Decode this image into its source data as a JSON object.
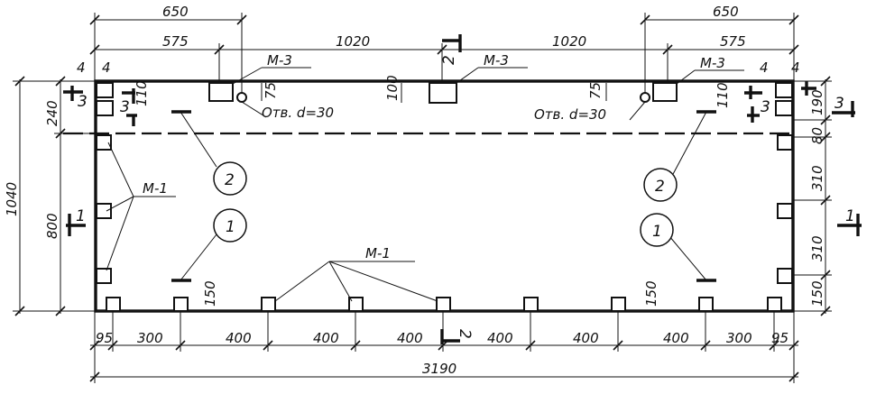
{
  "top_dims": {
    "d650_left": "650",
    "d650_right": "650",
    "d575_left": "575",
    "d575_right": "575",
    "d1020_left": "1020",
    "d1020_right": "1020",
    "d4_a": "4",
    "d4_b": "4",
    "d4_c": "4",
    "d4_d": "4"
  },
  "bottom_dims": {
    "d95_left": "95",
    "d300_left": "300",
    "d400_1": "400",
    "d400_2": "400",
    "d400_3": "400",
    "d400_4": "400",
    "d400_5": "400",
    "d400_6": "400",
    "d300_right": "300",
    "d95_right": "95",
    "total": "3190"
  },
  "left_dims": {
    "overall": "1040",
    "d240": "240",
    "d800": "800",
    "d110": "110",
    "d150": "150"
  },
  "right_dims": {
    "d190": "190",
    "d80": "80",
    "d310_a": "310",
    "d310_b": "310",
    "d150": "150",
    "d110": "110",
    "d150_inner": "150"
  },
  "inner_dims": {
    "d75_left": "75",
    "d100": "100",
    "d75_right": "75"
  },
  "labels": {
    "m3_left": "M-3",
    "m3_center": "M-3",
    "m3_right": "M-3",
    "m1_left": "M-1",
    "m1_bottom": "M-1",
    "hole_left": "Отв. d=30",
    "hole_right": "Отв. d=30"
  },
  "callouts": {
    "left_2": "2",
    "left_1": "1",
    "right_2": "2",
    "right_1": "1"
  },
  "section_marks": {
    "s1_left": "1",
    "s1_right": "1",
    "s2_top": "2",
    "s2_bottom": "2",
    "s3_left_a": "3",
    "s3_left_b": "3",
    "s3_right_a": "3",
    "s3_right_b": "3"
  }
}
